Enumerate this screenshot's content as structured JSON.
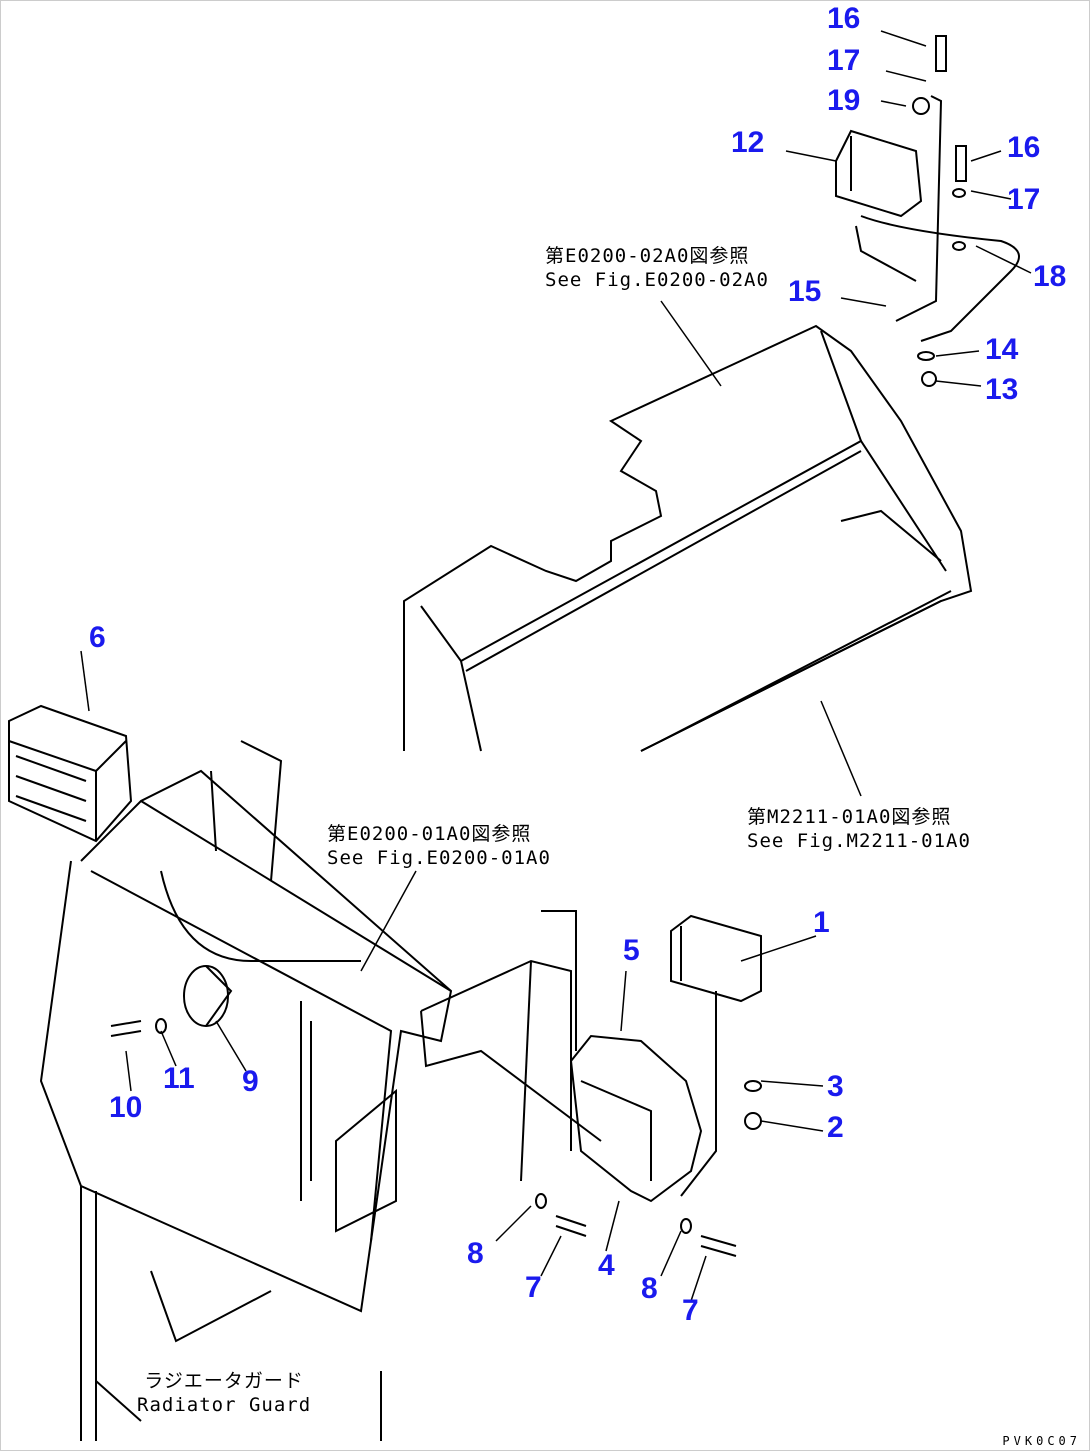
{
  "callouts": [
    {
      "id": "16a",
      "text": "16"
    },
    {
      "id": "17a",
      "text": "17"
    },
    {
      "id": "19",
      "text": "19"
    },
    {
      "id": "12",
      "text": "12"
    },
    {
      "id": "16b",
      "text": "16"
    },
    {
      "id": "17b",
      "text": "17"
    },
    {
      "id": "18",
      "text": "18"
    },
    {
      "id": "15",
      "text": "15"
    },
    {
      "id": "14",
      "text": "14"
    },
    {
      "id": "13",
      "text": "13"
    },
    {
      "id": "6",
      "text": "6"
    },
    {
      "id": "1",
      "text": "1"
    },
    {
      "id": "5",
      "text": "5"
    },
    {
      "id": "3",
      "text": "3"
    },
    {
      "id": "2",
      "text": "2"
    },
    {
      "id": "9",
      "text": "9"
    },
    {
      "id": "11",
      "text": "11"
    },
    {
      "id": "10",
      "text": "10"
    },
    {
      "id": "8a",
      "text": "8"
    },
    {
      "id": "7a",
      "text": "7"
    },
    {
      "id": "4",
      "text": "4"
    },
    {
      "id": "8b",
      "text": "8"
    },
    {
      "id": "7b",
      "text": "7"
    }
  ],
  "notes": {
    "ref_e0200_02a0": {
      "jp": "第E0200-02A0図参照",
      "en": "See Fig.E0200-02A0"
    },
    "ref_m2211_01a0": {
      "jp": "第M2211-01A0図参照",
      "en": "See Fig.M2211-01A0"
    },
    "ref_e0200_01a0": {
      "jp": "第E0200-01A0図参照",
      "en": "See Fig.E0200-01A0"
    },
    "radiator_guard": {
      "jp": "ラジエータガード",
      "en": "Radiator Guard"
    }
  },
  "drawing_code": "PVK0C07",
  "colors": {
    "callout": "#1a1aee",
    "line": "#000000"
  }
}
